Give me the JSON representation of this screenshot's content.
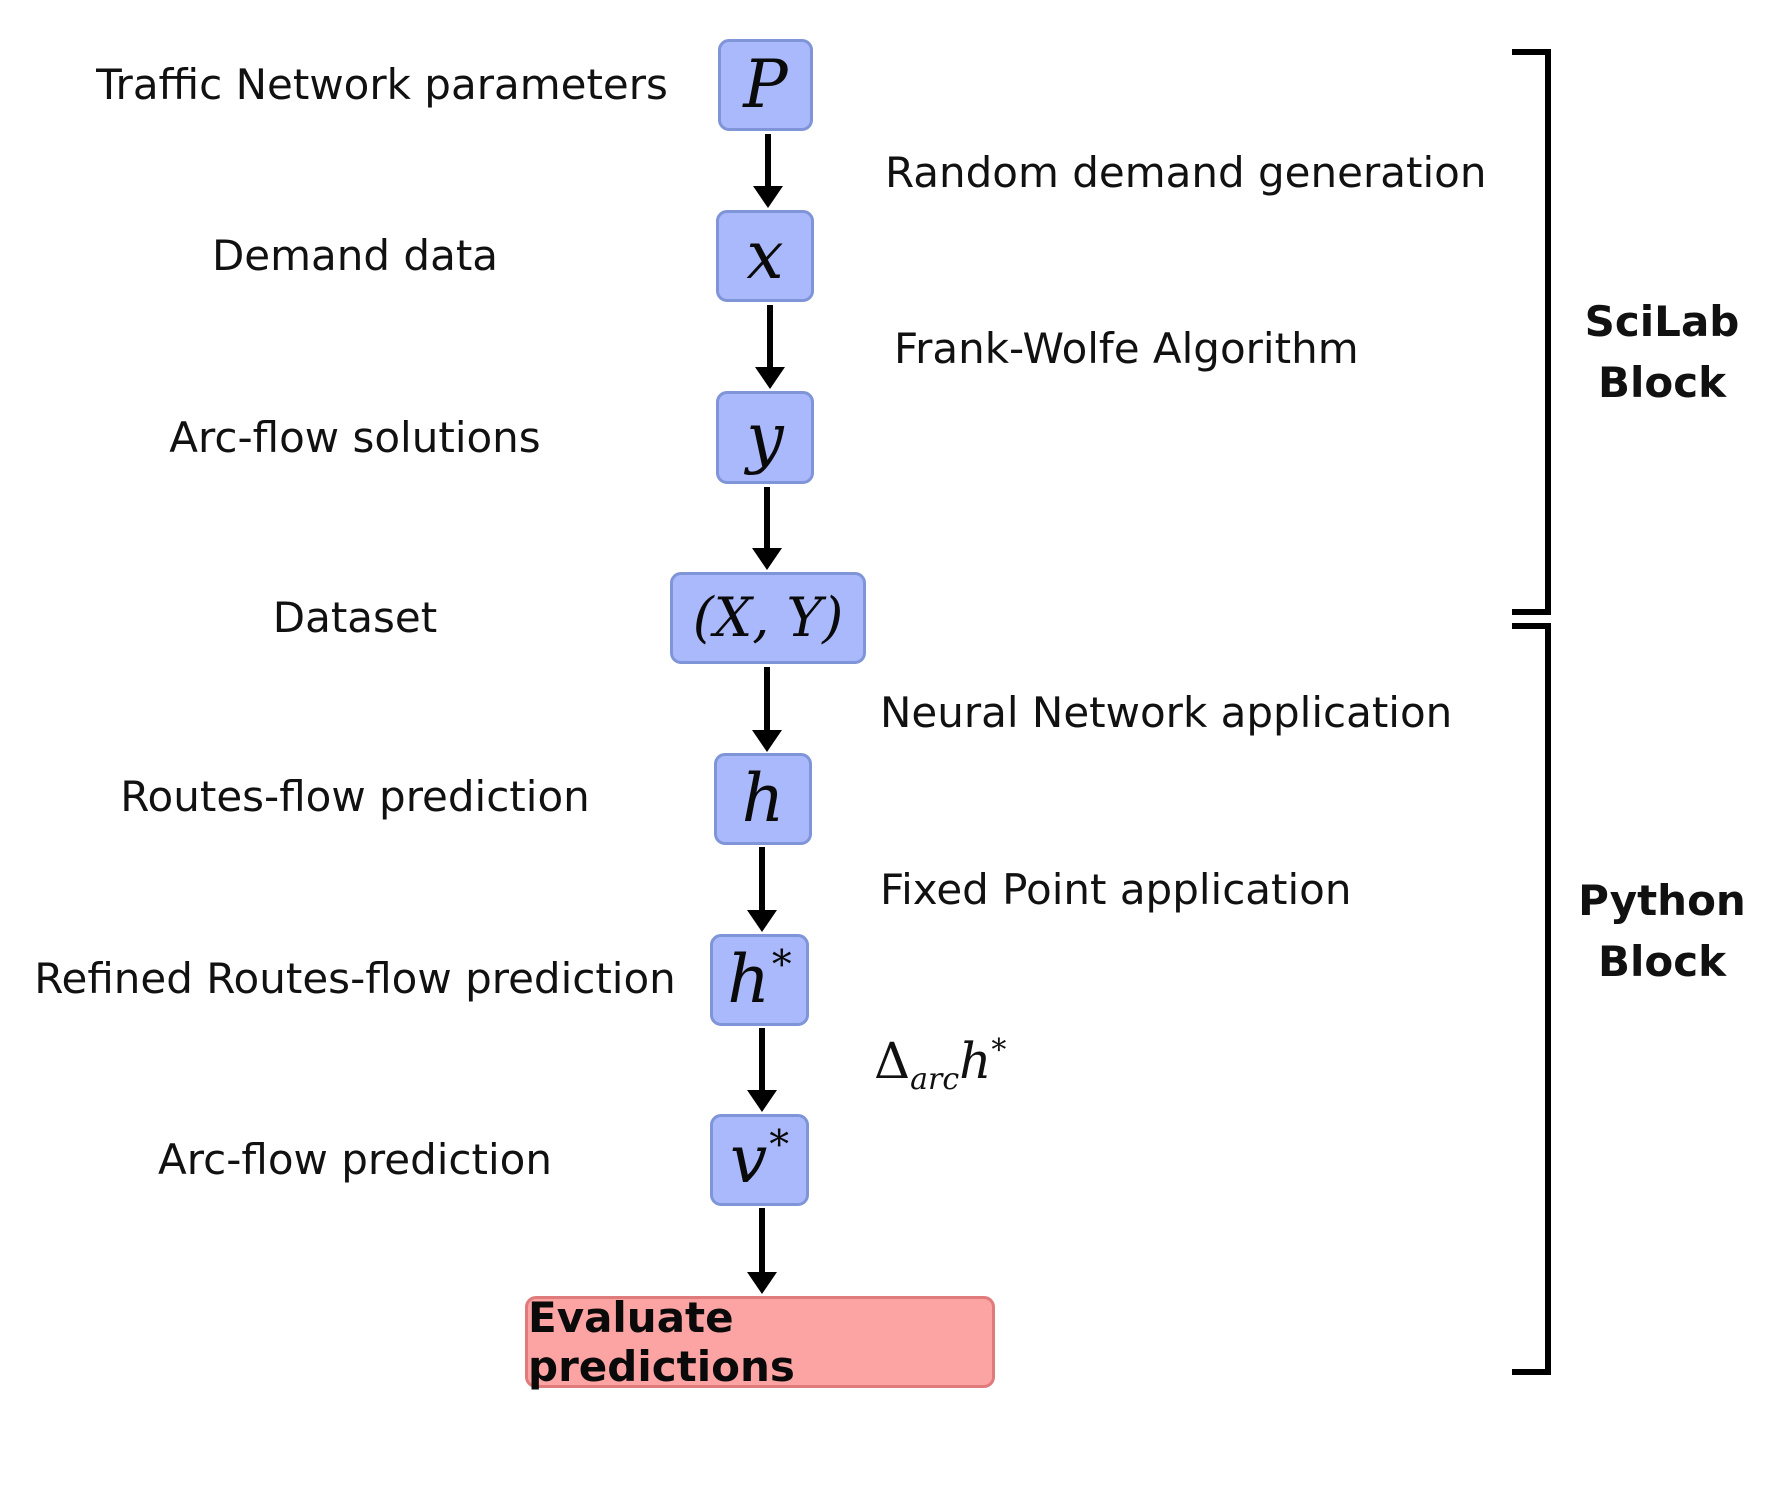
{
  "nodes": {
    "p": "P",
    "x": "x",
    "y": "y",
    "xy": "(X, Y)",
    "h": "h",
    "hstar_base": "h",
    "hstar_sup": "*",
    "vstar_base": "v",
    "vstar_sup": "*"
  },
  "left_labels": {
    "p": "Traffic Network parameters",
    "x": "Demand data",
    "y": "Arc-flow solutions",
    "xy": "Dataset",
    "h": "Routes-flow prediction",
    "hstar": "Refined Routes-flow prediction",
    "vstar": "Arc-flow prediction"
  },
  "step_labels": {
    "p_to_x": "Random demand generation",
    "x_to_y": "Frank-Wolfe Algorithm",
    "xy_to_h": "Neural Network application",
    "h_to_hstar": "Fixed Point application"
  },
  "operator": {
    "delta": "Δ",
    "sub": "arc",
    "var": "h",
    "sup": "*"
  },
  "final_node": "Evaluate predictions",
  "blocks": {
    "scilab": [
      "SciLab",
      "Block"
    ],
    "python": [
      "Python",
      "Block"
    ]
  }
}
